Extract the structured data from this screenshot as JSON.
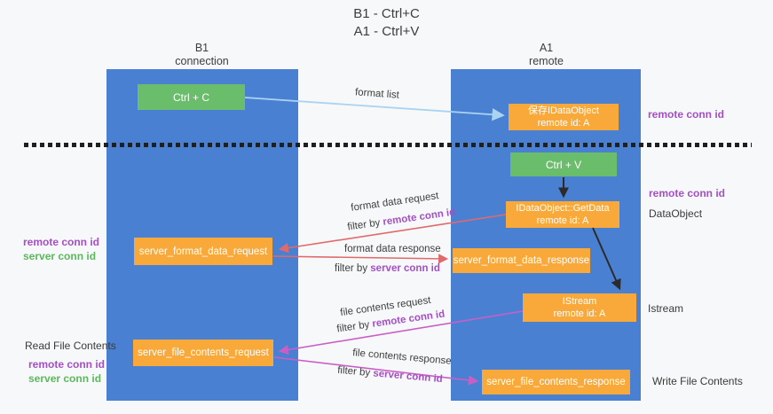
{
  "title": {
    "line1": "B1 - Ctrl+C",
    "line2": "A1 - Ctrl+V"
  },
  "lanes": {
    "left": {
      "title": "B1",
      "subtitle": "connection"
    },
    "right": {
      "title": "A1",
      "subtitle": "remote"
    }
  },
  "boxes": {
    "ctrl_c": {
      "label": "Ctrl + C"
    },
    "save_dataobject": {
      "line1": "保存IDataObject",
      "line2": "remote id: A"
    },
    "ctrl_v": {
      "label": "Ctrl + V"
    },
    "getdata": {
      "line1": "IDataObject::GetData",
      "line2": "remote id: A"
    },
    "format_request": {
      "label": "server_format_data_request"
    },
    "format_response": {
      "label": "server_format_data_response"
    },
    "istream": {
      "line1": "IStream",
      "line2": "remote id: A"
    },
    "file_request": {
      "label": "server_file_contents_request"
    },
    "file_response": {
      "label": "server_file_contents_response"
    }
  },
  "flow_labels": {
    "format_list": "format list",
    "format_data_request": "format data request",
    "format_data_response": "format data response",
    "file_contents_request": "file contents request",
    "file_contents_response": "file contents response",
    "filter_by": "filter by",
    "remote_conn_id": "remote conn id",
    "server_conn_id": "server conn id"
  },
  "side_labels": {
    "remote_conn_id": "remote conn id",
    "server_conn_id": "server conn id",
    "dataobject": "DataObject",
    "istream": "Istream",
    "read_file_contents": "Read File Contents",
    "write_file_contents": "Write File Contents"
  },
  "colors": {
    "lane_blue": "#4a80d2",
    "box_green": "#69bd6b",
    "box_orange": "#f8a939",
    "conn_purple": "#a44fc4",
    "conn_green": "#5cb85c",
    "arrow_salmon": "#e06a6a",
    "arrow_magenta": "#c95fc6",
    "arrow_lightblue": "#a9d3f0",
    "arrow_black": "#2b2b2b",
    "dash_black": "#1f1f1f"
  }
}
